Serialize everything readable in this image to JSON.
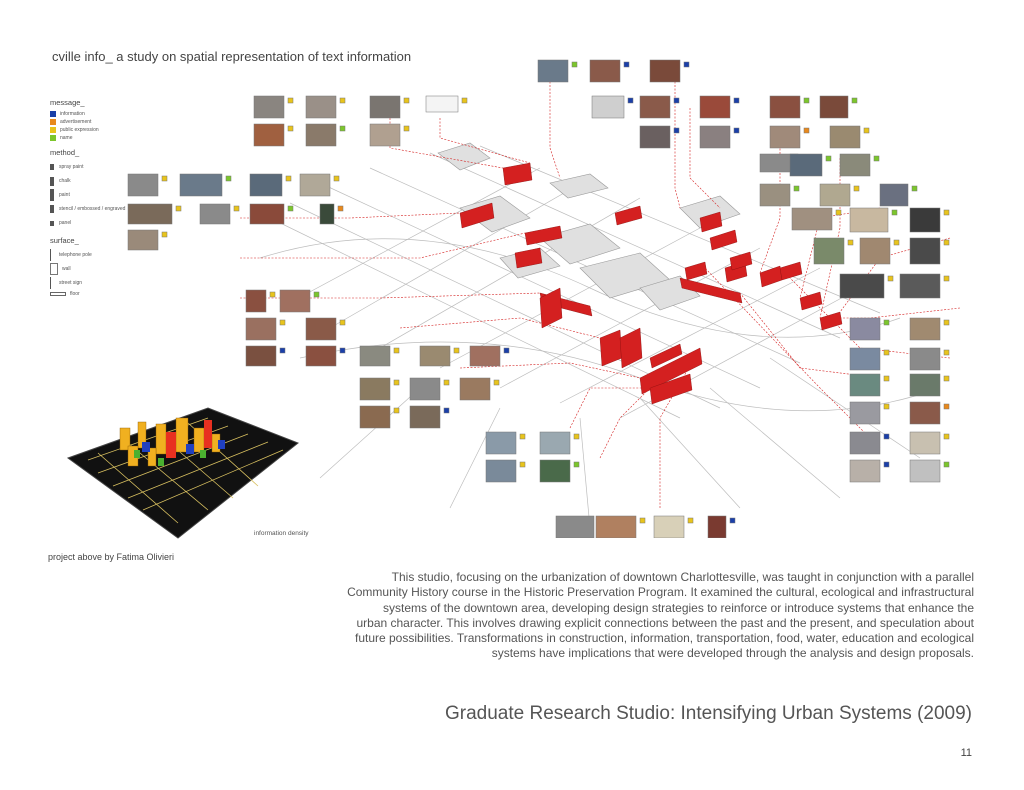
{
  "title": "cville info_ a study on spatial representation of text information",
  "legend": {
    "message_heading": "message_",
    "message_items": [
      {
        "label": "information",
        "color": "#1a3fa8",
        "glyph": "i"
      },
      {
        "label": "advertisement",
        "color": "#e8891c",
        "glyph": "a"
      },
      {
        "label": "public expression",
        "color": "#e8c41c",
        "glyph": "p"
      },
      {
        "label": "name",
        "color": "#7cc62c",
        "glyph": "n"
      }
    ],
    "method_heading": "method_",
    "method_items": [
      "spray paint",
      "chalk",
      "paint",
      "stencil / embossed / engraved",
      "panel"
    ],
    "surface_heading": "surface_",
    "surface_items": [
      "telephone pole",
      "wall",
      "street sign",
      "floor"
    ]
  },
  "density_caption": "information density",
  "credit": "project above by Fatima Olivieri",
  "body_lines": [
    "This studio, focusing on the urbanization of downtown Charlottesville, was taught in conjunction with a parallel",
    "Community History course in the Historic Preservation Program. It examined the cultural, ecological and infrastructural",
    "systems of the downtown area, developing design strategies to reinforce or introduce systems that enhance the",
    "urban character. This involves drawing explicit connections between the past and the present, and speculation about",
    "future possibilities. Transformations in construction, information, transportation, food, water, education and ecological",
    "systems have implications that were developed through the analysis and design proposals."
  ],
  "heading": "Graduate Research Studio: Intensifying Urban Systems (2009)",
  "page_number": "11"
}
